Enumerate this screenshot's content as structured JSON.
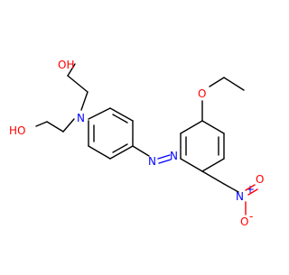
{
  "molecule": {
    "atoms": {
      "oh_top": "OH",
      "oh_left": "HO",
      "amine_n": "N",
      "azo_n1": "N",
      "azo_n2": "N",
      "ether_o": "O",
      "nitro_n": "N",
      "nitro_charge_plus": "+",
      "nitro_o_double": "O",
      "nitro_o_single": "O",
      "nitro_charge_minus": "-"
    }
  },
  "colors": {
    "carbon_bond": "#000000",
    "nitrogen": "#0000ff",
    "oxygen": "#ff0000",
    "background": "#ffffff"
  }
}
